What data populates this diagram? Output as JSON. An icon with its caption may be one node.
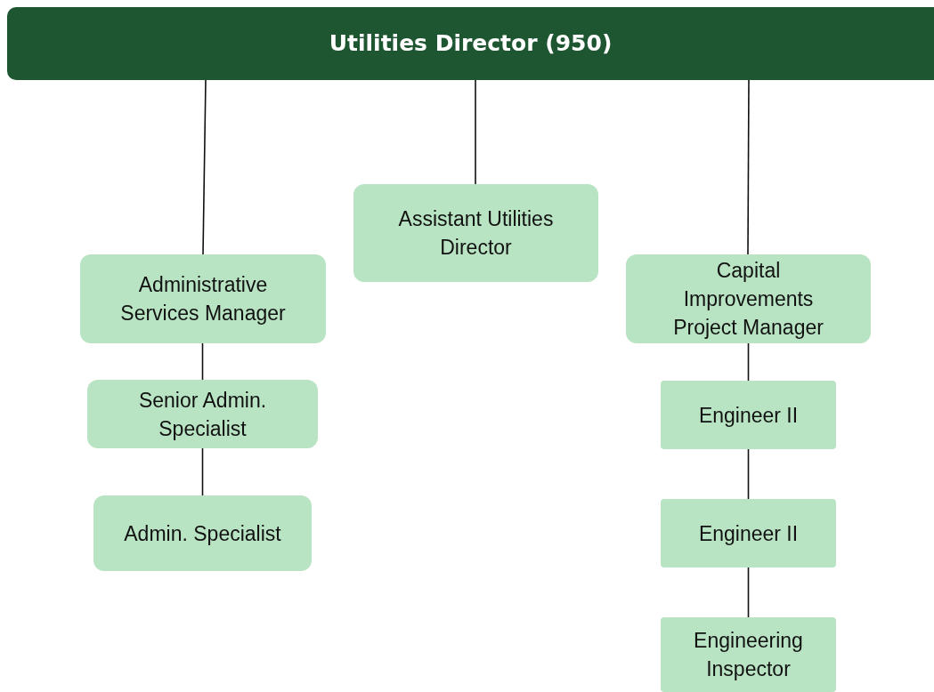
{
  "diagram": {
    "nodes": [
      {
        "text": [
          "Utilities Director (950)"
        ]
      },
      {
        "text": [
          "Assistant Utilities Director"
        ]
      },
      {
        "text": [
          "Administrative Services Manager"
        ]
      },
      {
        "text": [
          "Senior Admin. Specialist"
        ]
      },
      {
        "text": [
          "Admin. Specialist"
        ]
      },
      {
        "text": [
          "Capital Improvements Project Manager"
        ]
      },
      {
        "text": [
          "Engineer II"
        ]
      },
      {
        "text": [
          "Engineer II"
        ]
      },
      {
        "text": [
          "Engineering Inspector"
        ]
      }
    ],
    "edges": [
      {
        "from": 0,
        "to": 2,
        "arrow": "none"
      },
      {
        "from": 0,
        "to": 1,
        "arrow": "none"
      },
      {
        "from": 0,
        "to": 5,
        "arrow": "none"
      },
      {
        "from": 2,
        "to": 3,
        "arrow": "none"
      },
      {
        "from": 3,
        "to": 4,
        "arrow": "none"
      },
      {
        "from": 5,
        "to": 6,
        "arrow": "none"
      },
      {
        "from": 6,
        "to": 7,
        "arrow": "none"
      },
      {
        "from": 7,
        "to": 8,
        "arrow": "none"
      }
    ]
  }
}
